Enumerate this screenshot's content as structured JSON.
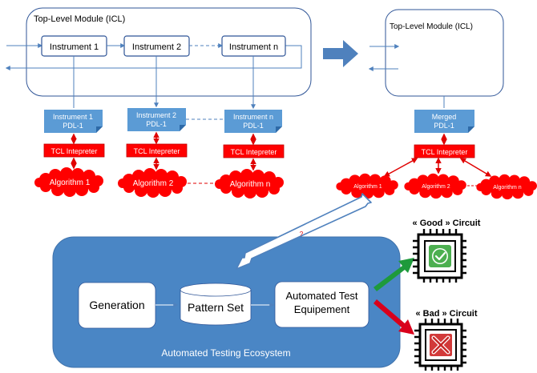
{
  "left_module": {
    "title": "Top-Level Module (ICL)",
    "instruments": [
      "Instrument 1",
      "Instrument 2",
      "Instrument n"
    ],
    "pdl_docs": [
      {
        "line1": "Instrument 1",
        "line2": "PDL-1"
      },
      {
        "line1": "Instrument 2",
        "line2": "PDL-1"
      },
      {
        "line1": "Instrument n",
        "line2": "PDL-1"
      }
    ],
    "interpreters": [
      "TCL Intepreter",
      "TCL Intepreter",
      "TCL Intepreter"
    ],
    "algorithms": [
      "Algorithm 1",
      "Algorithm 2",
      "Algorithm n"
    ]
  },
  "right_module": {
    "title": "Top-Level Module (ICL)",
    "merged_doc": {
      "line1": "Merged",
      "line2": "PDL-1"
    },
    "interpreter": "TCL Intepreter",
    "algorithms": [
      "Algorithm 1",
      "Algorithm 2",
      "Algorithm n"
    ]
  },
  "question_mark": "?",
  "ecosystem": {
    "label": "Automated Testing Ecosystem",
    "generation": "Generation",
    "pattern_set": "Pattern Set",
    "ate_line1": "Automated Test",
    "ate_line2": "Equipement"
  },
  "outcomes": {
    "good": "« Good » Circuit",
    "bad": "« Bad » Circuit"
  },
  "colors": {
    "module_border": "#2f5597",
    "doc_fill": "#5b9bd5",
    "interpreter_fill": "#ff0000",
    "cloud_fill": "#ff0000",
    "ecosystem_fill": "#4a86c5",
    "good_arrow": "#1e9a3c",
    "bad_arrow": "#d9001b",
    "block_arrow": "#4f81bd"
  },
  "icons": {
    "good_chip": "chip-check-icon",
    "bad_chip": "chip-cross-icon"
  }
}
